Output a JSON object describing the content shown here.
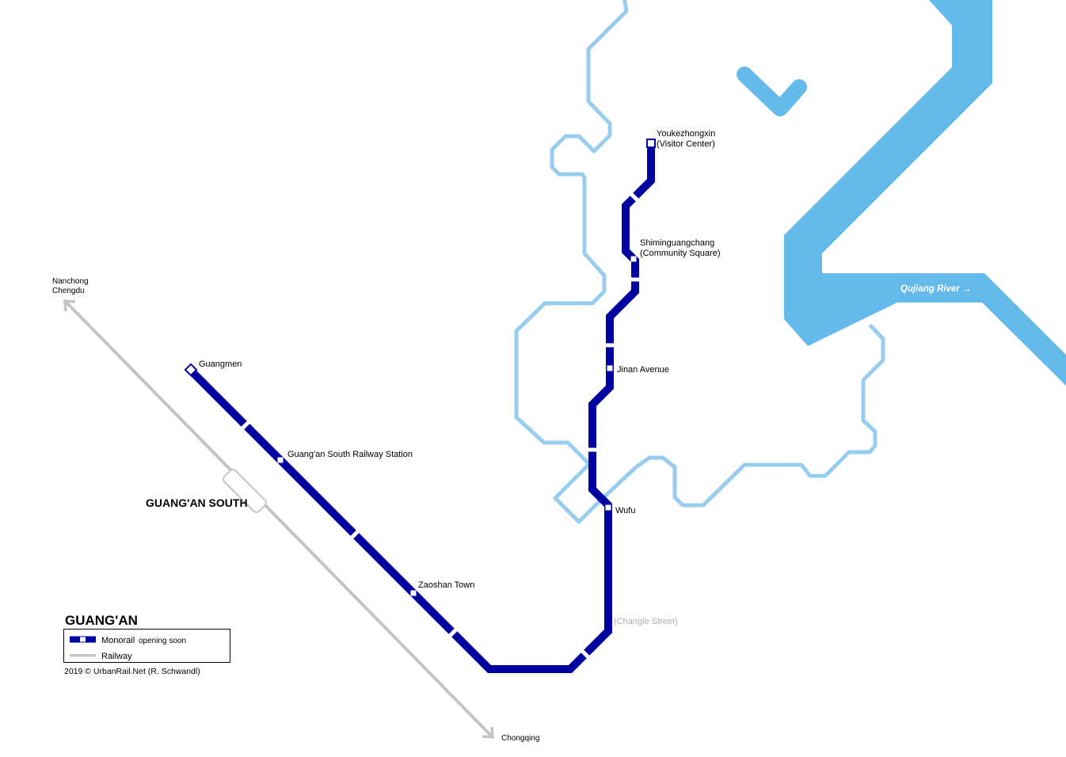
{
  "title": "GUANG'AN",
  "legend": {
    "monorail": "Monorail",
    "monorail_status": "opening soon",
    "railway": "Railway",
    "copyright": "2019 © UrbanRail.Net (R. Schwandl)"
  },
  "river": {
    "name": "Qujiang River",
    "flow_arrow": "→"
  },
  "railway": {
    "dest_nw_1": "Nanchong",
    "dest_nw_2": "Chengdu",
    "dest_se": "Chongqing",
    "station": "GUANG'AN SOUTH"
  },
  "stations": {
    "youkezhongxin": {
      "name": "Youkezhongxin",
      "alt": "(Visitor Center)"
    },
    "shiminguangchang": {
      "name": "Shiminguangchang",
      "alt": "(Community Square)"
    },
    "jinan_avenue": {
      "name": "Jinan Avenue"
    },
    "wufu": {
      "name": "Wufu"
    },
    "changle_street": {
      "name": "(Changle Street)"
    },
    "zaoshan_town": {
      "name": "Zaoshan Town"
    },
    "guangan_south_railway_station": {
      "name": "Guang'an South Railway Station"
    },
    "guangmen": {
      "name": "Guangmen"
    }
  },
  "colors": {
    "monorail": "#0000A0",
    "railway": "#C4C4C4",
    "river": "#63BAEB",
    "boundary": "#99CDF0",
    "muted_label": "#ACACAC"
  }
}
